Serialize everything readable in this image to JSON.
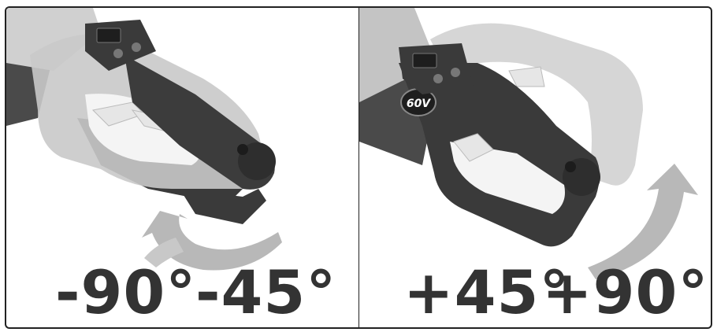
{
  "panels": [
    {
      "id": "left",
      "labels": [
        "-90°",
        "-45°"
      ],
      "rotation_direction": "counter-clockwise (down)"
    },
    {
      "id": "right",
      "badge": "60V",
      "labels": [
        "+45°",
        "+90°"
      ],
      "rotation_direction": "clockwise (up)"
    }
  ],
  "colors": {
    "text": "#333333",
    "tool_dark": "#3b3b3b",
    "tool_ghost": "#c8c8c8",
    "arrow": "#b5b5b5",
    "border": "#222222"
  },
  "icons": [
    "power-icon",
    "mode-icon",
    "rotation-arrow-icon"
  ]
}
